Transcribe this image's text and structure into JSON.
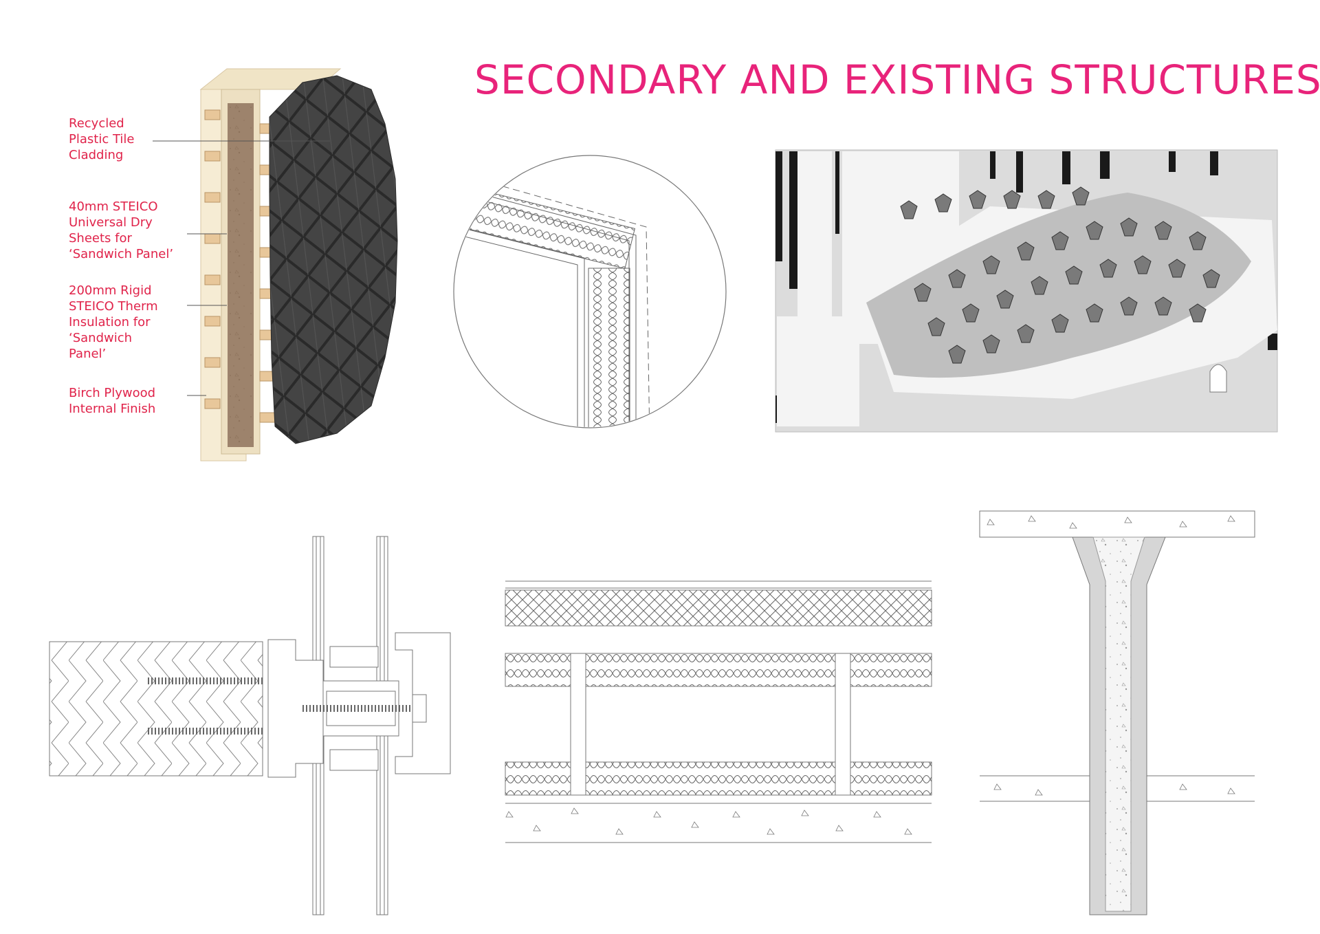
{
  "page": {
    "title": "SECONDARY AND EXISTING STRUCTURES"
  },
  "wall_section": {
    "labels": [
      {
        "text": "Recycled\nPlastic Tile\nCladding"
      },
      {
        "text": "40mm STEICO\nUniversal Dry\nSheets for\n‘Sandwich Panel’"
      },
      {
        "text": "200mm Rigid\nSTEICO Therm\nInsulation for\n‘Sandwich\nPanel’"
      },
      {
        "text": "Birch Plywood\nInternal Finish"
      }
    ]
  },
  "colors": {
    "title": "#e8237a",
    "label": "#e0234a",
    "tile": "#3b3b3b",
    "insulation": "#8a6a4e",
    "timber": "#e8c79a",
    "line": "#555555"
  }
}
